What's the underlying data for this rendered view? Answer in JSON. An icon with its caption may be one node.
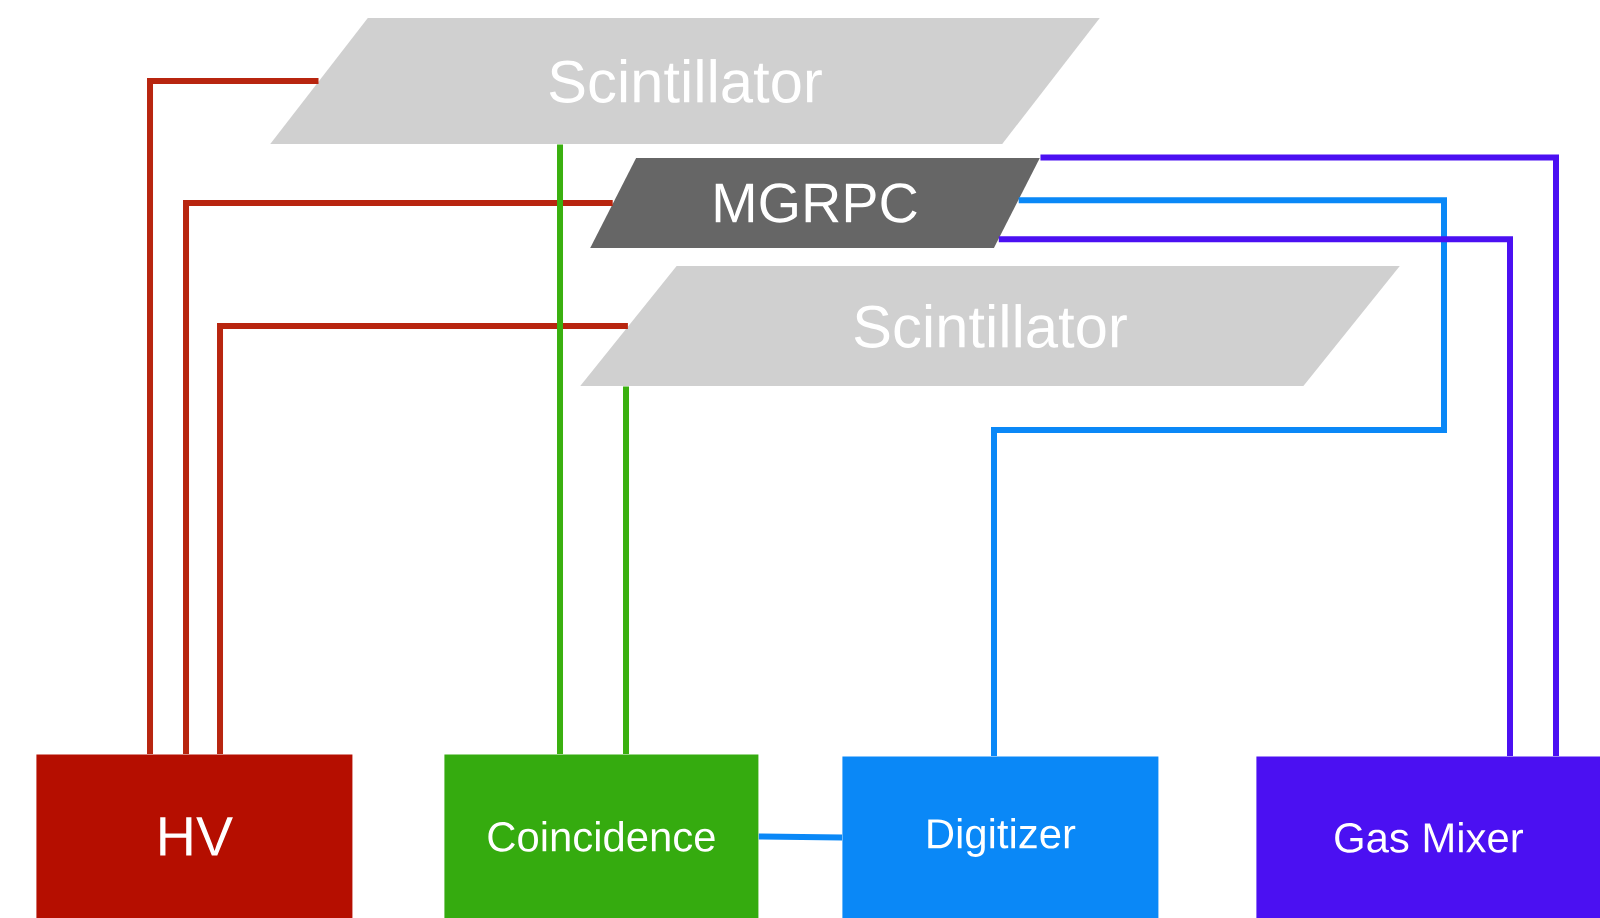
{
  "diagram": {
    "nodes": [
      {
        "text": [
          "Scintillator"
        ]
      },
      {
        "text": [
          "MGRPC"
        ]
      },
      {
        "text": [
          "Scintillator"
        ]
      },
      {
        "text": [
          "HV"
        ]
      },
      {
        "text": [
          "Coincidence"
        ]
      },
      {
        "text": [
          "Digitizer"
        ]
      },
      {
        "text": [
          "Gas Mixer"
        ]
      }
    ],
    "edges": [
      {
        "from": 3,
        "to": 0,
        "arrow": "none",
        "color": "#b8250f"
      },
      {
        "from": 3,
        "to": 1,
        "arrow": "none",
        "color": "#b8250f"
      },
      {
        "from": 3,
        "to": 2,
        "arrow": "none",
        "color": "#b8250f"
      },
      {
        "from": 4,
        "to": 0,
        "arrow": "none",
        "color": "#3ab00f"
      },
      {
        "from": 4,
        "to": 2,
        "arrow": "none",
        "color": "#3ab00f"
      },
      {
        "from": 5,
        "to": 1,
        "arrow": "none",
        "color": "#0a88f7"
      },
      {
        "from": 6,
        "to": 1,
        "arrow": "none",
        "color": "#4b10f2"
      },
      {
        "from": 6,
        "to": 1,
        "arrow": "none",
        "color": "#4b10f2"
      },
      {
        "from": 4,
        "to": 5,
        "arrow": "none",
        "color": "#0a88f7"
      }
    ]
  }
}
